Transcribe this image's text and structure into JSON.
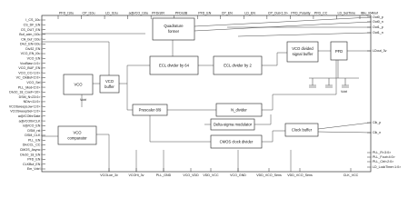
{
  "pins": {
    "top": [
      "PFD_I10u",
      "CP_I10u",
      "LD_I10u",
      "adjVCO_I10u",
      "PFDrstR",
      "PFDrstB",
      "PFD_EN",
      "CP_EN",
      "LD_EN",
      "CP_Out<1:0>",
      "PFD_Polarity",
      "PFD_CC",
      "LD_SelTime",
      "IBIu_I64Buf"
    ],
    "left": [
      "I_CS_10u",
      "CS_DF_EN",
      "CS_OUT_EN",
      "Buf_cdm_I10u",
      "Clk_buf_I10u",
      "Div2_EN-I10u",
      "Div32_EN",
      "VCO_EN_I0u",
      "VCO_EN",
      "VcoBias<1:0>",
      "VCO_BUF_EN",
      "VCO_CC<1:0>",
      "VC_ClkBuf<2:0>",
      "VCO_Sel",
      "PLL_Mod<2:0>",
      "Div10_18_CoeF<10>",
      "DSM_N<23:0>",
      "NDiv<11:0>",
      "VCOSweepLow<1:0>",
      "VCOSweepSel<1:0>",
      "adjVCOthrGate",
      "adjVCOthrCLK",
      "ndjVCO_EN",
      "DSM_rst",
      "DSM_CLK",
      "PLL_EN",
      "DivCCL_CC",
      "CMOS_Async",
      "Div10_18_EN",
      "PFD_EN",
      "CLKBuf_EN",
      "Em_Vctrl"
    ],
    "right": [
      "Out0_p",
      "Out0_n",
      "Out1_p",
      "Out1_n",
      "LDout_3v",
      "Clk_p",
      "Clk_n",
      "PLL_R<3:0>",
      "PLL_Fout<4:0>",
      "PLL_Ctrl<2:0>",
      "LD_LockTime<1:0>"
    ],
    "bottom": [
      "VCOLoe_3v",
      "VCOHi_3v",
      "PLL_GND",
      "VCO_VDD",
      "VDD_VCC",
      "VCO_GND",
      "VDD_VCO_Sens",
      "VDD_VCO_Sens",
      "CLK_VCC"
    ]
  },
  "blocks": {
    "quad": [
      "Quadrature",
      "former"
    ],
    "ecl64": "ECL divider by 64",
    "ecl2": "ECL divider by 2",
    "vco_div_buf": [
      "VCO divided",
      "signal buffer"
    ],
    "pfd": "PFD",
    "vco": "VCO",
    "vco_buffer": [
      "VCO",
      "buffer"
    ],
    "prescaler": "Prescaler 8/9",
    "ndiv": "N_divider",
    "dsm": "Delta-sigma modulator",
    "cmos": "CMOS clock divider",
    "clkbuf": "Clock buffer",
    "vcocomp": [
      "VCO",
      "comparator"
    ]
  },
  "labels": {
    "vctrl": "Vctrl",
    "vctrl_out": "Vctrl"
  }
}
